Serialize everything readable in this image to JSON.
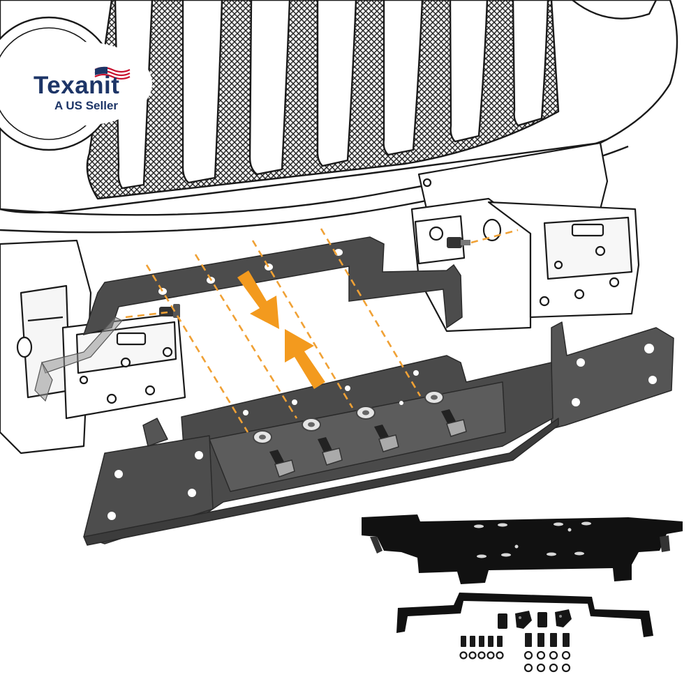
{
  "brand": {
    "name": "Texanit",
    "tagline": "A US Seller",
    "color": "#1d3567",
    "flag_icon": "us-flag-icon"
  },
  "colors": {
    "guide_lines": "#f0a135",
    "arrows": "#f39a1e",
    "plate": "#505050",
    "product_black": "#111111"
  },
  "figure": {
    "subject": "winch-mount-plate-install-diagram",
    "hardware_counts": {
      "bolts_on_plate": 4,
      "washers_on_plate": 4
    }
  }
}
